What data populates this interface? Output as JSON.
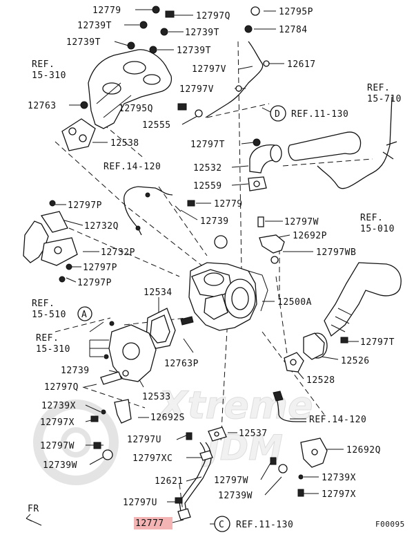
{
  "watermark": {
    "main": "Xtreme",
    "sub": "JDM"
  },
  "footer": {
    "code": "F00095",
    "direction": "FR"
  },
  "callouts": [
    {
      "id": "d",
      "letter": "D",
      "ref": "REF.11-130"
    },
    {
      "id": "a",
      "letter": "A",
      "ref": ""
    },
    {
      "id": "c",
      "letter": "C",
      "ref": "REF.11-130"
    }
  ],
  "labels": [
    {
      "id": "p12779-top",
      "text": "12779"
    },
    {
      "id": "p12797q-top",
      "text": "12797Q"
    },
    {
      "id": "p12795p",
      "text": "12795P"
    },
    {
      "id": "p12739t-a",
      "text": "12739T"
    },
    {
      "id": "p12739t-b",
      "text": "12739T"
    },
    {
      "id": "p12784",
      "text": "12784"
    },
    {
      "id": "p12739t-c",
      "text": "12739T"
    },
    {
      "id": "p12739t-d",
      "text": "12739T"
    },
    {
      "id": "ref-15-310-a",
      "text": "REF."
    },
    {
      "id": "ref-15-310-a2",
      "text": "15-310"
    },
    {
      "id": "p12617",
      "text": "12617"
    },
    {
      "id": "p12797v-a",
      "text": "12797V"
    },
    {
      "id": "p12797v-b",
      "text": "12797V"
    },
    {
      "id": "ref-15-710",
      "text": "REF."
    },
    {
      "id": "ref-15-710b",
      "text": "15-710"
    },
    {
      "id": "p12763",
      "text": "12763"
    },
    {
      "id": "p12795q",
      "text": "12795Q"
    },
    {
      "id": "p12555",
      "text": "12555"
    },
    {
      "id": "p12538",
      "text": "12538"
    },
    {
      "id": "p12797t-mid",
      "text": "12797T"
    },
    {
      "id": "ref-14-120-a",
      "text": "REF.14-120"
    },
    {
      "id": "p12532",
      "text": "12532"
    },
    {
      "id": "p12559",
      "text": "12559"
    },
    {
      "id": "p12797p-a",
      "text": "12797P"
    },
    {
      "id": "p12779-mid",
      "text": "12779"
    },
    {
      "id": "p12739-mid",
      "text": "12739"
    },
    {
      "id": "p12797w-mid",
      "text": "12797W"
    },
    {
      "id": "ref-15-010",
      "text": "REF."
    },
    {
      "id": "ref-15-010b",
      "text": "15-010"
    },
    {
      "id": "p12732q",
      "text": "12732Q"
    },
    {
      "id": "p12692p",
      "text": "12692P"
    },
    {
      "id": "p12797wb",
      "text": "12797WB"
    },
    {
      "id": "p12732p",
      "text": "12732P"
    },
    {
      "id": "p12797p-b",
      "text": "12797P"
    },
    {
      "id": "p12797p-c",
      "text": "12797P"
    },
    {
      "id": "p12534",
      "text": "12534"
    },
    {
      "id": "p12500a",
      "text": "12500A"
    },
    {
      "id": "ref-15-510",
      "text": "REF."
    },
    {
      "id": "ref-15-510b",
      "text": "15-510"
    },
    {
      "id": "ref-15-310-b",
      "text": "REF."
    },
    {
      "id": "ref-15-310-b2",
      "text": "15-310"
    },
    {
      "id": "p12797t-right",
      "text": "12797T"
    },
    {
      "id": "p12739-low",
      "text": "12739"
    },
    {
      "id": "p12763p",
      "text": "12763P"
    },
    {
      "id": "p12526",
      "text": "12526"
    },
    {
      "id": "p12797q-low",
      "text": "12797Q"
    },
    {
      "id": "p12528",
      "text": "12528"
    },
    {
      "id": "p12533",
      "text": "12533"
    },
    {
      "id": "p12739x-a",
      "text": "12739X"
    },
    {
      "id": "p12797x-a",
      "text": "12797X"
    },
    {
      "id": "p12692s",
      "text": "12692S"
    },
    {
      "id": "ref-14-120-b",
      "text": "REF.14-120"
    },
    {
      "id": "p12537",
      "text": "12537"
    },
    {
      "id": "p12797w-low",
      "text": "12797W"
    },
    {
      "id": "p12797u-a",
      "text": "12797U"
    },
    {
      "id": "p12692q",
      "text": "12692Q"
    },
    {
      "id": "p12739w-a",
      "text": "12739W"
    },
    {
      "id": "p12797xc",
      "text": "12797XC"
    },
    {
      "id": "p12621",
      "text": "12621"
    },
    {
      "id": "p12797w-b",
      "text": "12797W"
    },
    {
      "id": "p12739x-b",
      "text": "12739X"
    },
    {
      "id": "p12739w-b",
      "text": "12739W"
    },
    {
      "id": "p12797x-b",
      "text": "12797X"
    },
    {
      "id": "p12797u-b",
      "text": "12797U"
    },
    {
      "id": "p12777",
      "text": "12777"
    }
  ],
  "highlight": {
    "label_id": "p12777",
    "color": "#f4b4b4"
  }
}
